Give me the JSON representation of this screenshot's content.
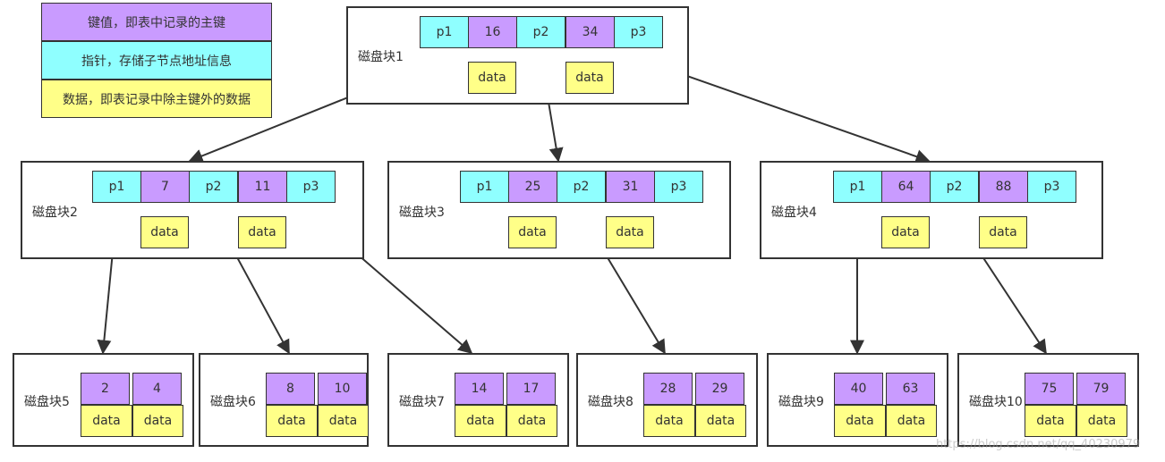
{
  "legend": {
    "key": "键值，即表中记录的主键",
    "pointer": "指针，存储子节点地址信息",
    "data": "数据，即表记录中除主键外的数据"
  },
  "colors": {
    "pointer": "#8fffff",
    "key": "#c99bff",
    "data": "#ffff88",
    "border": "#333333"
  },
  "data_label": "data",
  "blocks": {
    "b1": {
      "label": "磁盘块1",
      "p1": "p1",
      "k1": "16",
      "p2": "p2",
      "k2": "34",
      "p3": "p3"
    },
    "b2": {
      "label": "磁盘块2",
      "p1": "p1",
      "k1": "7",
      "p2": "p2",
      "k2": "11",
      "p3": "p3"
    },
    "b3": {
      "label": "磁盘块3",
      "p1": "p1",
      "k1": "25",
      "p2": "p2",
      "k2": "31",
      "p3": "p3"
    },
    "b4": {
      "label": "磁盘块4",
      "p1": "p1",
      "k1": "64",
      "p2": "p2",
      "k2": "88",
      "p3": "p3"
    },
    "b5": {
      "label": "磁盘块5",
      "k1": "2",
      "k2": "4"
    },
    "b6": {
      "label": "磁盘块6",
      "k1": "8",
      "k2": "10"
    },
    "b7": {
      "label": "磁盘块7",
      "k1": "14",
      "k2": "17"
    },
    "b8": {
      "label": "磁盘块8",
      "k1": "28",
      "k2": "29"
    },
    "b9": {
      "label": "磁盘块9",
      "k1": "40",
      "k2": "63"
    },
    "b10": {
      "label": "磁盘块10",
      "k1": "75",
      "k2": "79"
    }
  },
  "watermark": "https://blog.csdn.net/qq_40230979"
}
